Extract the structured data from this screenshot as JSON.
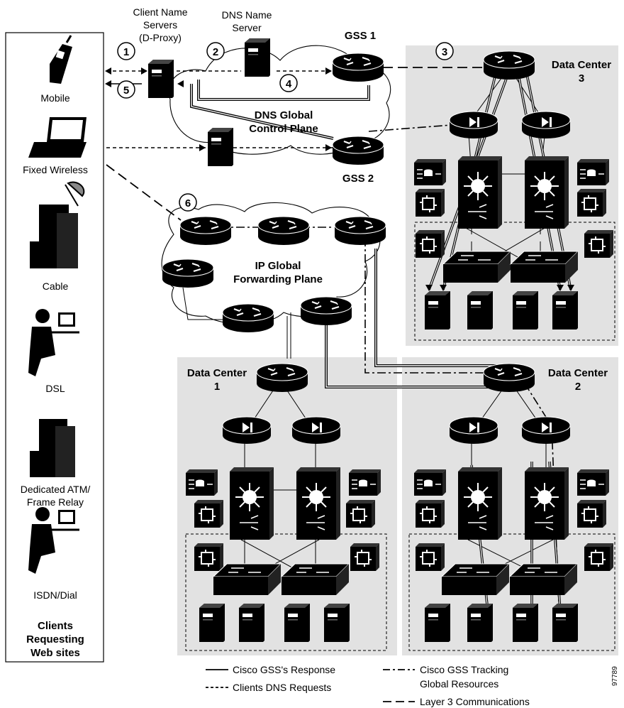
{
  "clients": {
    "items": [
      "Mobile",
      "Fixed Wireless",
      "Cable",
      "DSL",
      "Dedicated ATM/",
      "Frame Relay",
      "ISDN/Dial"
    ],
    "caption_lines": [
      "Clients",
      "Requesting",
      "Web sites"
    ]
  },
  "labels": {
    "client_ns": [
      "Client Name",
      "Servers",
      "(D-Proxy)"
    ],
    "dns_ns": [
      "DNS Name",
      "Server"
    ],
    "gss1": "GSS 1",
    "gss2": "GSS 2",
    "dns_plane": [
      "DNS Global",
      "Control Plane"
    ],
    "ip_plane": [
      "IP Global",
      "Forwarding Plane"
    ],
    "dc3": [
      "Data Center",
      "3"
    ],
    "dc1": [
      "Data Center",
      "1"
    ],
    "dc2": [
      "Data Center",
      "2"
    ]
  },
  "steps": [
    "1",
    "2",
    "3",
    "4",
    "5",
    "6"
  ],
  "legend": {
    "response": "Cisco GSS's Response",
    "requests": "Clients DNS Requests",
    "tracking": [
      "Cisco GSS Tracking",
      "Global Resources"
    ],
    "layer3": "Layer 3 Communications"
  },
  "figure_id": "97789"
}
